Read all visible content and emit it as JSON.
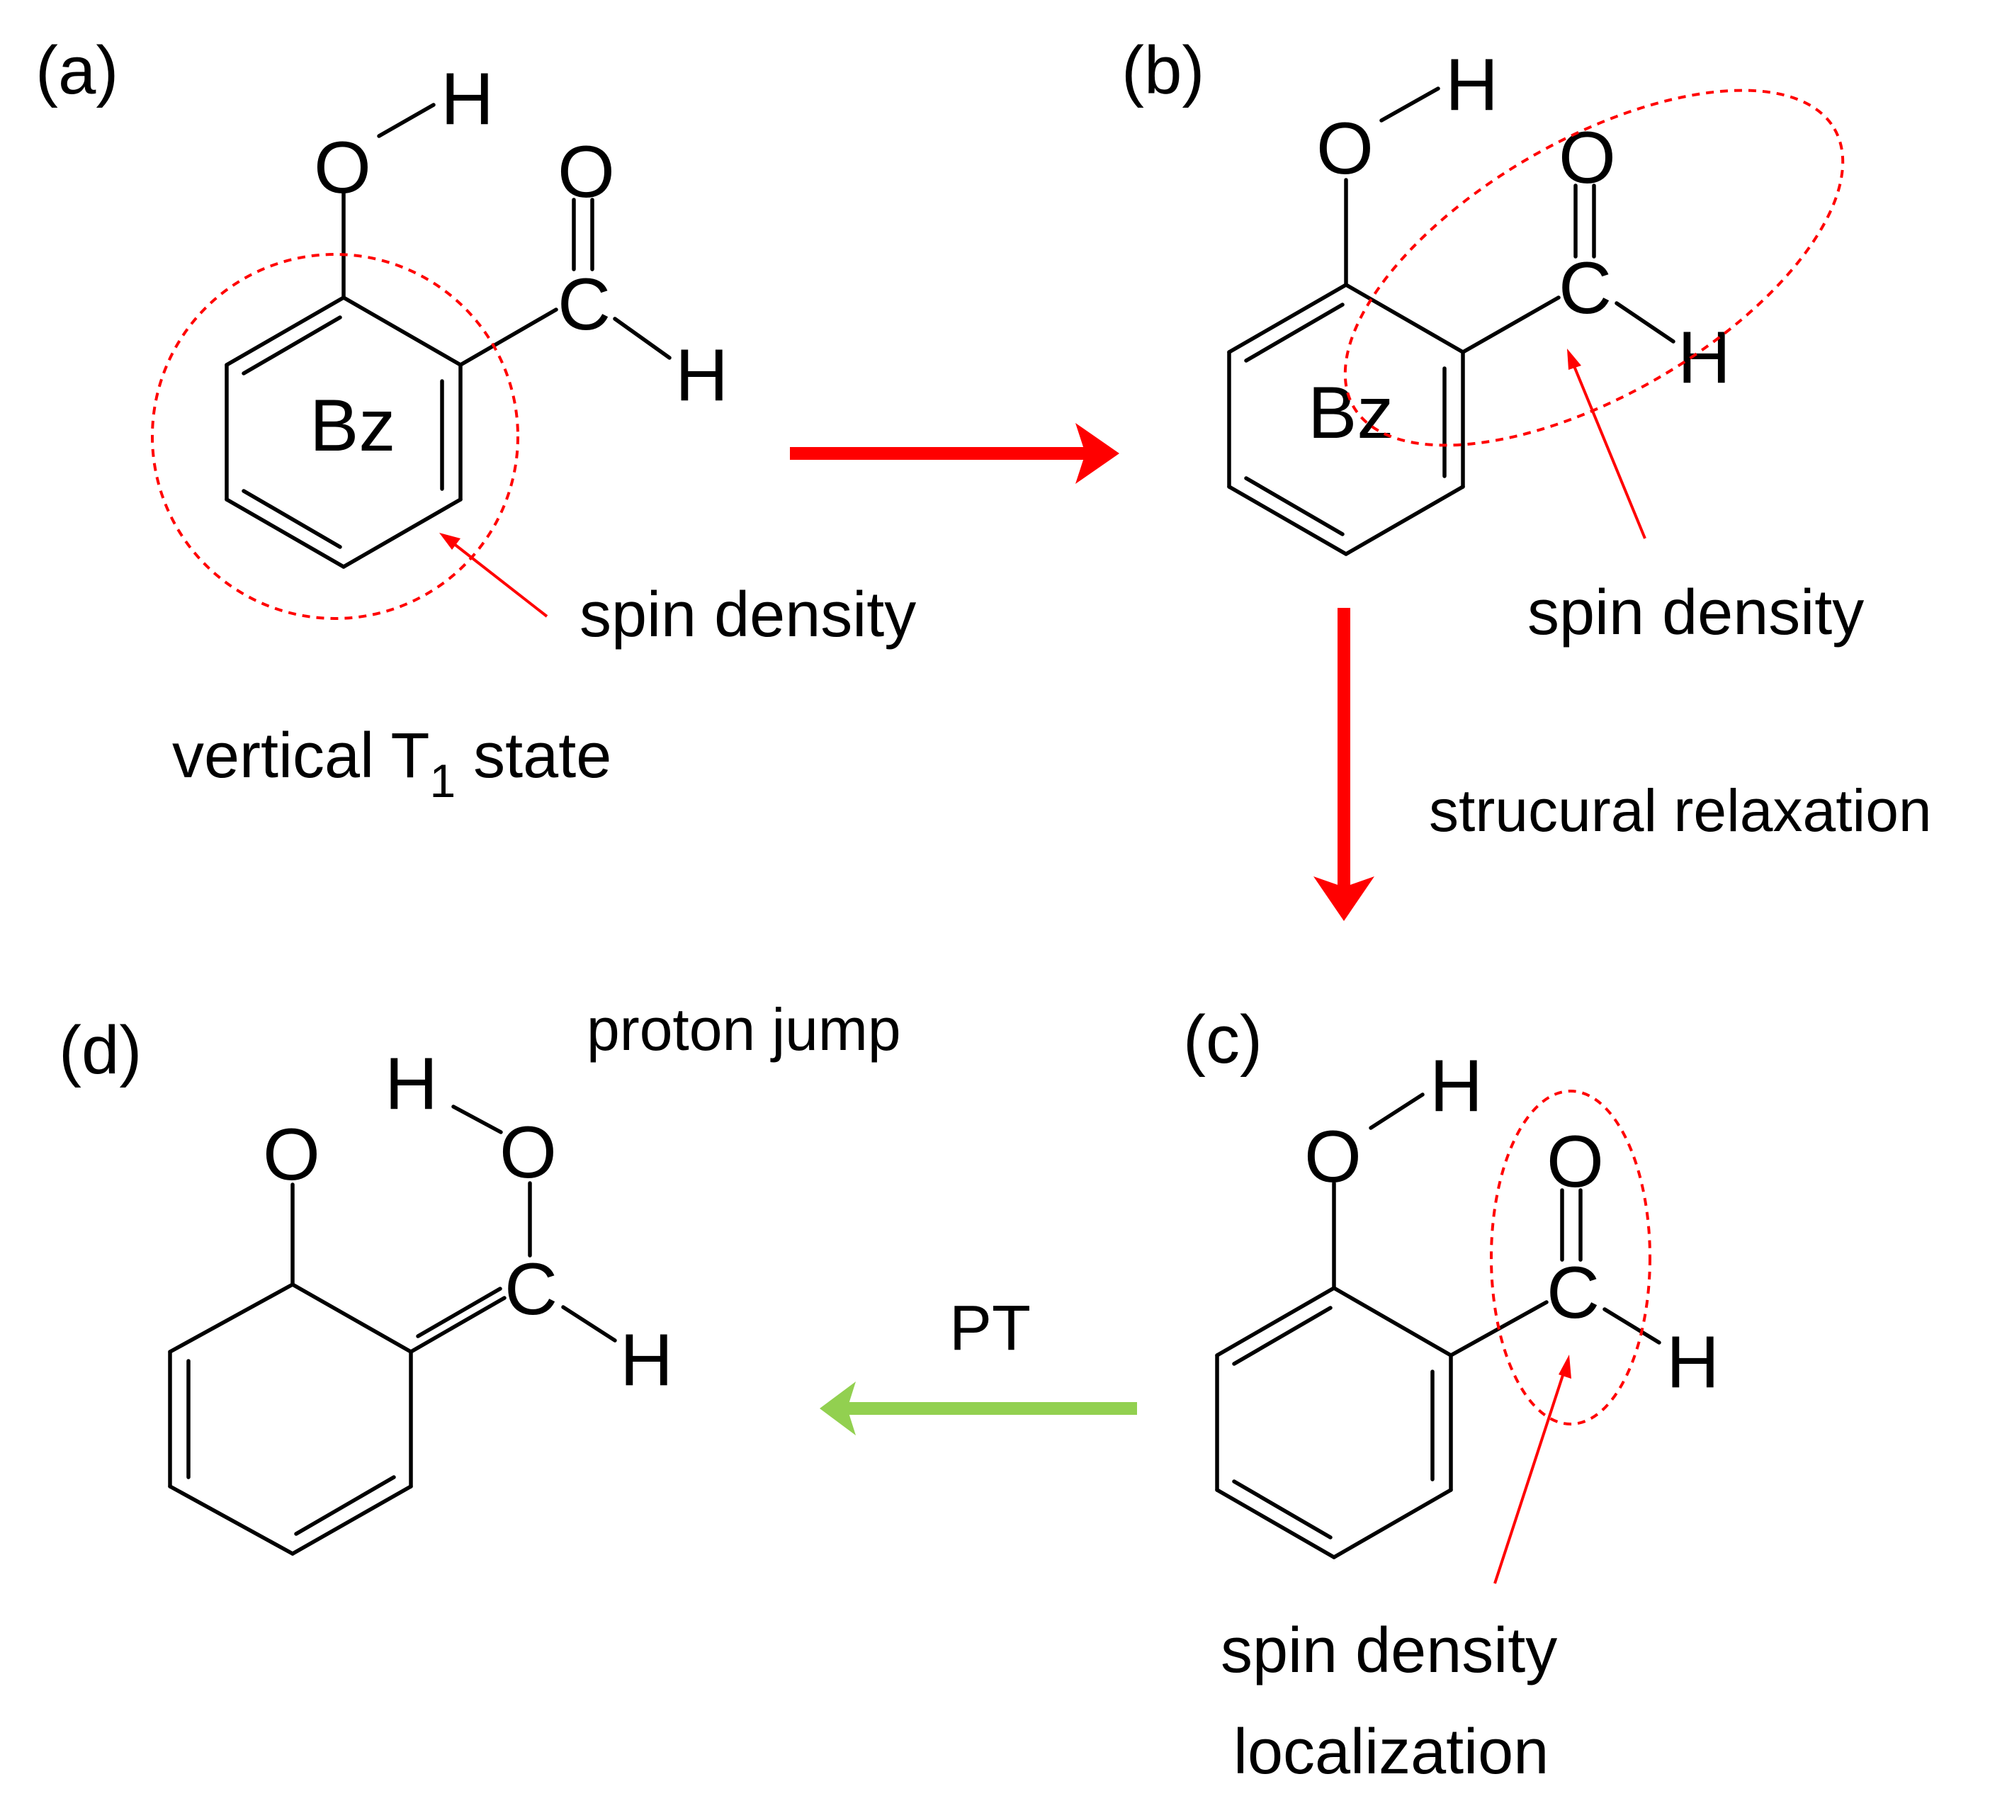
{
  "panels": {
    "a": {
      "label": "(a)",
      "ring_label": "Bz",
      "annotation": "spin density",
      "state_text": "vertical T",
      "state_subscript": "1",
      "state_suffix": " state"
    },
    "b": {
      "label": "(b)",
      "ring_label": "Bz",
      "annotation": "spin density"
    },
    "c": {
      "label": "(c)",
      "annotation_line1": "spin density",
      "annotation_line2": "localization"
    },
    "d": {
      "label": "(d)",
      "note": "proton jump"
    }
  },
  "atoms": {
    "oxygen": "O",
    "hydrogen": "H",
    "carbon": "C"
  },
  "transitions": {
    "a_to_b": {
      "label": ""
    },
    "b_to_c": {
      "label": "strucural relaxation"
    },
    "c_to_d": {
      "label": "PT"
    }
  },
  "colors": {
    "transition_red": "#ff0000",
    "proton_transfer_green": "#92d050",
    "spin_density_outline": "#ff0000",
    "bonds": "#000000"
  }
}
